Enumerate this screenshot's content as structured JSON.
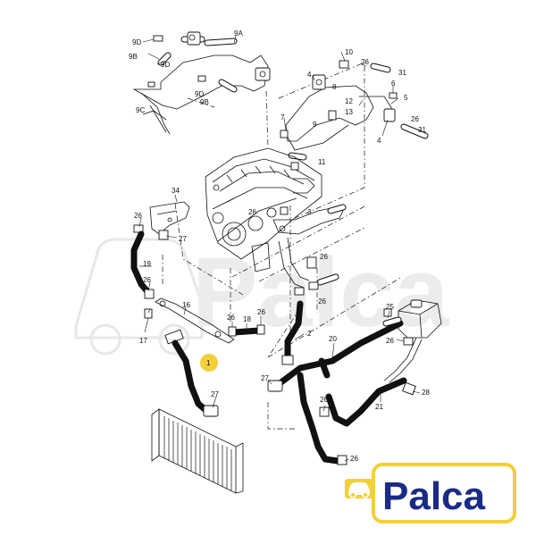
{
  "callouts": [
    {
      "id": "c-9d-a",
      "text": "9D"
    },
    {
      "id": "c-9a",
      "text": "9A"
    },
    {
      "id": "c-9b-a",
      "text": "9B"
    },
    {
      "id": "c-9d-b",
      "text": "9D"
    },
    {
      "id": "c-9d-c",
      "text": "9D"
    },
    {
      "id": "c-9c",
      "text": "9C"
    },
    {
      "id": "c-9b-b",
      "text": "9B"
    },
    {
      "id": "c-10",
      "text": "10"
    },
    {
      "id": "c-26-a",
      "text": "26"
    },
    {
      "id": "c-31-a",
      "text": "31"
    },
    {
      "id": "c-4-a",
      "text": "4"
    },
    {
      "id": "c-8",
      "text": "8"
    },
    {
      "id": "c-6",
      "text": "6"
    },
    {
      "id": "c-5",
      "text": "5"
    },
    {
      "id": "c-12",
      "text": "12"
    },
    {
      "id": "c-13",
      "text": "13"
    },
    {
      "id": "c-7",
      "text": "7"
    },
    {
      "id": "c-9",
      "text": "9"
    },
    {
      "id": "c-26-b",
      "text": "26"
    },
    {
      "id": "c-4-b",
      "text": "4"
    },
    {
      "id": "c-31-b",
      "text": "31"
    },
    {
      "id": "c-11",
      "text": "11"
    },
    {
      "id": "c-34",
      "text": "34"
    },
    {
      "id": "c-26-c",
      "text": "26"
    },
    {
      "id": "c-27-a",
      "text": "27"
    },
    {
      "id": "c-26-d",
      "text": "26"
    },
    {
      "id": "c-3",
      "text": "3"
    },
    {
      "id": "c-19",
      "text": "19"
    },
    {
      "id": "c-26-e",
      "text": "26"
    },
    {
      "id": "c-26-f",
      "text": "26"
    },
    {
      "id": "c-26-g",
      "text": "26"
    },
    {
      "id": "c-16",
      "text": "16"
    },
    {
      "id": "c-26-h",
      "text": "26"
    },
    {
      "id": "c-18",
      "text": "18"
    },
    {
      "id": "c-26-i",
      "text": "26"
    },
    {
      "id": "c-17",
      "text": "17"
    },
    {
      "id": "c-2",
      "text": "2"
    },
    {
      "id": "c-25",
      "text": "25"
    },
    {
      "id": "c-26-j",
      "text": "26"
    },
    {
      "id": "c-20",
      "text": "20"
    },
    {
      "id": "c-1",
      "text": "1"
    },
    {
      "id": "c-27-b",
      "text": "27"
    },
    {
      "id": "c-27-c",
      "text": "27"
    },
    {
      "id": "c-28",
      "text": "28"
    },
    {
      "id": "c-21",
      "text": "21"
    },
    {
      "id": "c-26-k",
      "text": "26"
    },
    {
      "id": "c-26-l",
      "text": "26"
    }
  ],
  "watermark": {
    "text": "Palca"
  },
  "logo": {
    "text": "Palca",
    "color": "#1a2b86",
    "icon": "car-icon"
  },
  "highlight": {
    "color": "#f2d03a"
  }
}
